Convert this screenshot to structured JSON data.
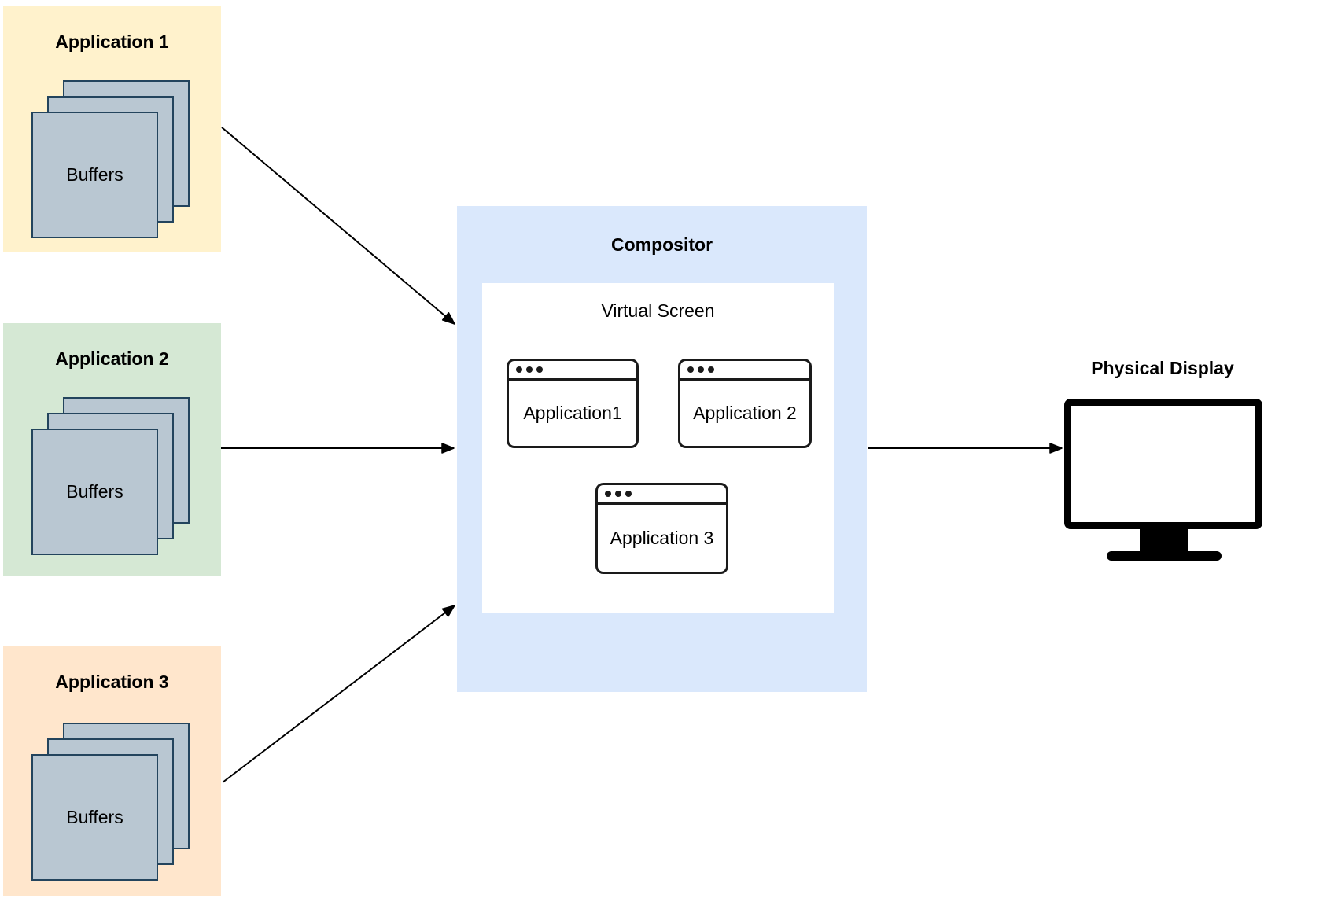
{
  "applications": [
    {
      "title": "Application 1",
      "buffers_label": "Buffers",
      "bg_color": "#FFF2CC"
    },
    {
      "title": "Application 2",
      "buffers_label": "Buffers",
      "bg_color": "#D5E8D4"
    },
    {
      "title": "Application 3",
      "buffers_label": "Buffers",
      "bg_color": "#FFE6CC"
    }
  ],
  "buffer_style": {
    "fill": "#B9C7D2",
    "border": "#23445D"
  },
  "compositor": {
    "title": "Compositor",
    "bg_color": "#DAE8FC",
    "virtual_screen": {
      "title": "Virtual Screen",
      "bg_color": "#FFFFFF",
      "windows": [
        {
          "label": "Application1"
        },
        {
          "label": "Application 2"
        },
        {
          "label": "Application 3"
        }
      ]
    }
  },
  "physical_display": {
    "title": "Physical Display",
    "monitor_color": "#000000",
    "screen_color": "#FFFFFF"
  },
  "arrow_color": "#000000",
  "connections": [
    {
      "from": "Application 1",
      "to": "Compositor"
    },
    {
      "from": "Application 2",
      "to": "Compositor"
    },
    {
      "from": "Application 3",
      "to": "Compositor"
    },
    {
      "from": "Compositor",
      "to": "Physical Display"
    }
  ]
}
